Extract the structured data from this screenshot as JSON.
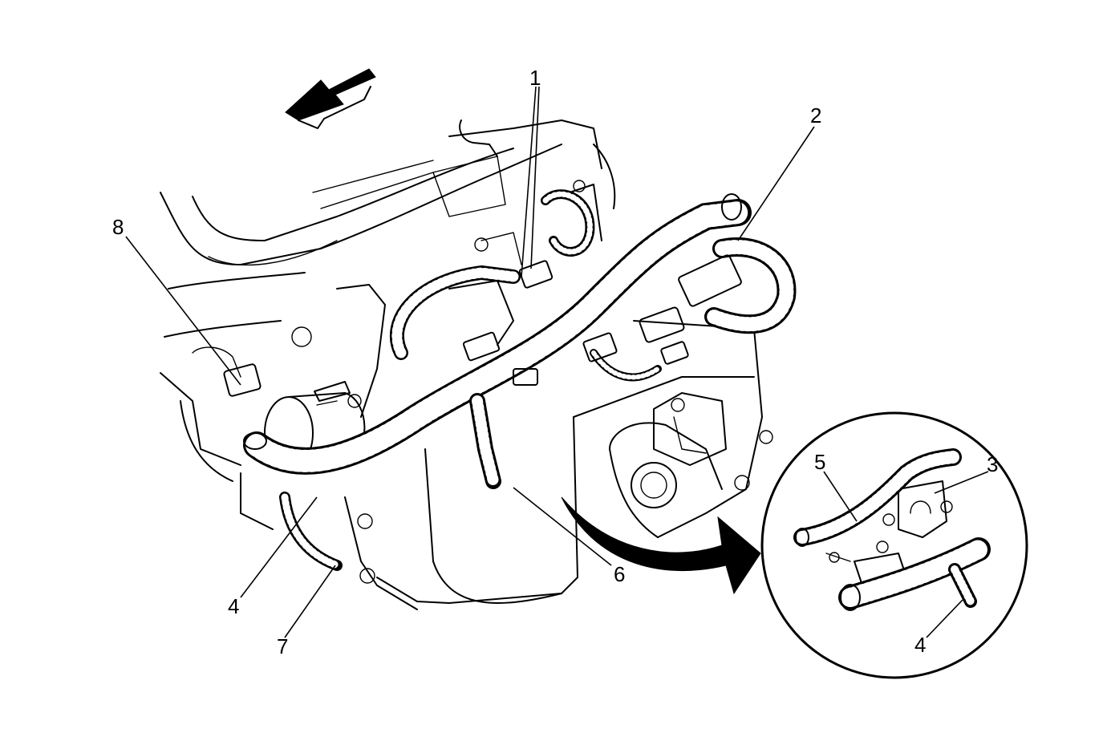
{
  "callouts": [
    {
      "id": "1",
      "text": "1"
    },
    {
      "id": "2",
      "text": "2"
    },
    {
      "id": "3",
      "text": "3"
    },
    {
      "id": "4a",
      "text": "4"
    },
    {
      "id": "4b",
      "text": "4"
    },
    {
      "id": "5",
      "text": "5"
    },
    {
      "id": "6",
      "text": "6"
    },
    {
      "id": "7",
      "text": "7"
    },
    {
      "id": "8",
      "text": "8"
    }
  ],
  "colors": {
    "line": "#000000",
    "background": "#ffffff"
  },
  "icons": [
    "direction-arrow-icon",
    "detail-view-arrow-icon"
  ]
}
